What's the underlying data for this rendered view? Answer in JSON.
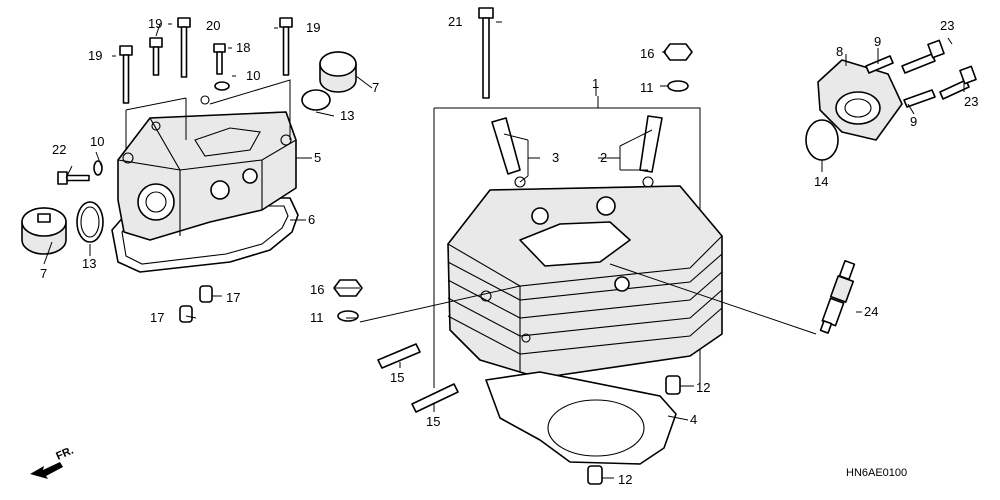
{
  "diagram_code": "HN6AE0100",
  "front_arrow_label": "FR.",
  "callouts": {
    "c1": "1",
    "c2": "2",
    "c3": "3",
    "c4": "4",
    "c5": "5",
    "c6": "6",
    "c7a": "7",
    "c7b": "7",
    "c8": "8",
    "c9a": "9",
    "c9b": "9",
    "c10a": "10",
    "c10b": "10",
    "c11a": "11",
    "c11b": "11",
    "c12a": "12",
    "c12b": "12",
    "c13a": "13",
    "c13b": "13",
    "c14": "14",
    "c15a": "15",
    "c15b": "15",
    "c16a": "16",
    "c16b": "16",
    "c17a": "17",
    "c17b": "17",
    "c18": "18",
    "c19a": "19",
    "c19b": "19",
    "c19c": "19",
    "c20": "20",
    "c21": "21",
    "c22": "22",
    "c23a": "23",
    "c23b": "23",
    "c24": "24"
  }
}
